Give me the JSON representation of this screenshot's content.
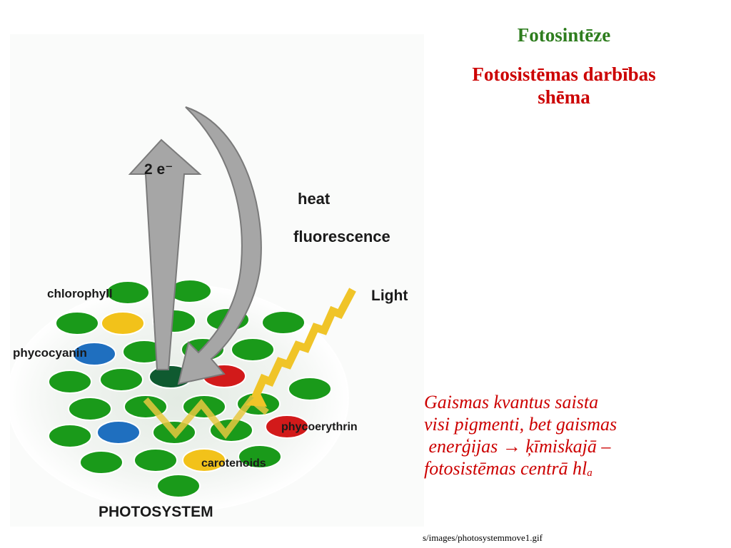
{
  "slide": {
    "title": "Fotosintēze",
    "subtitle": "Fotosistēmas darbības\nshēma",
    "title_color": "#2e7d1e",
    "subtitle_color": "#cc0000",
    "caption_color": "#cc0000",
    "caption": {
      "line1": "Gaismas kvantus saista",
      "line2": "visi pigmenti, bet gaismas",
      "line3": " enerģijas → ķīmiskajā –",
      "line4_main": "fotosistēmas centrā hl",
      "line4_sub": "a"
    },
    "source": "s/images/photosystemmove1.gif"
  },
  "diagram": {
    "electrons_label": "2 e⁻",
    "heat_label": "heat",
    "fluorescence_label": "fluorescence",
    "light_label": "Light",
    "chlorophyll_label": "chlorophyll",
    "phycocyanin_label": "phycocyanin",
    "phycoerythrin_label": "phycoerythrin",
    "carotenoids_label": "carotenoids",
    "photosystem_label": "PHOTOSYSTEM",
    "colors": {
      "chlorophyll": "#1a9a1a",
      "phycocyanin": "#1f6fbf",
      "phycoerythrin": "#d21a1a",
      "carotenoids": "#f2c21a",
      "reaction_center": "#0f5a30",
      "arrow": "#a6a6a6",
      "light_path": "#e8c840"
    }
  }
}
